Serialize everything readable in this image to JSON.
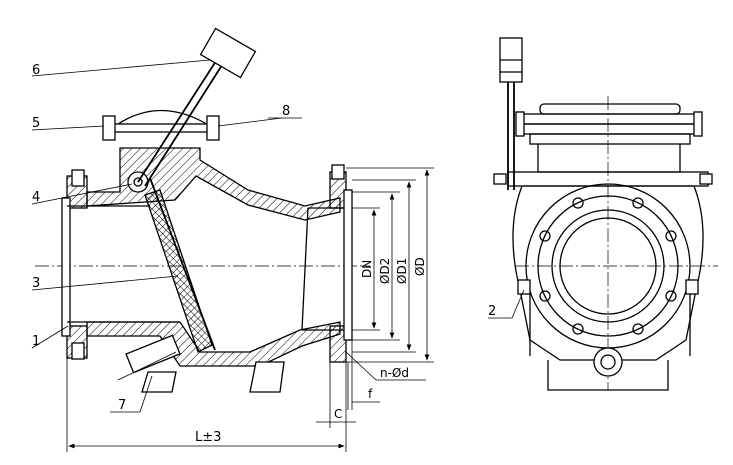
{
  "callouts": {
    "c1": "1",
    "c2": "2",
    "c3": "3",
    "c4": "4",
    "c5": "5",
    "c6": "6",
    "c7": "7",
    "c8": "8"
  },
  "dimensions": {
    "dn": "DN",
    "d2": "ØD2",
    "d1": "ØD1",
    "d": "ØD",
    "bolt_holes": "n-Ød",
    "c": "C",
    "f": "f",
    "length": "L±3"
  }
}
